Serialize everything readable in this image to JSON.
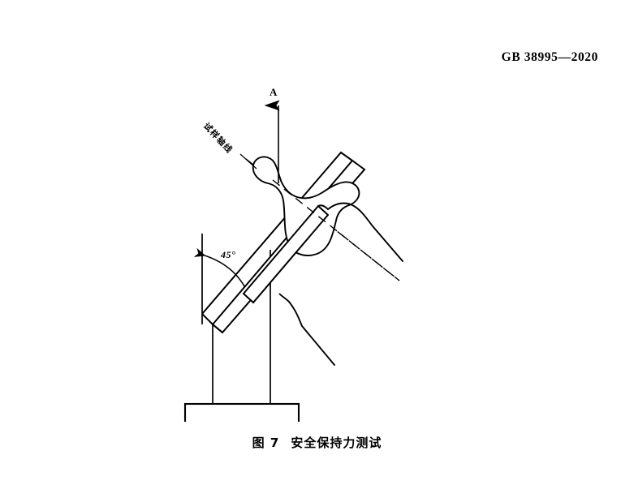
{
  "document": {
    "standard_header": "GB  38995—2020",
    "background_color": "#ffffff",
    "line_color": "#000000"
  },
  "figure": {
    "caption_number": "图 7",
    "caption_title": "安全保持力测试",
    "caption_full": "图 7   安全保持力测试",
    "annotations": {
      "force_arrow_label": "A",
      "axis_label": "试样轴线",
      "angle_label": "45°"
    },
    "elements": {
      "force_arrow_name": "vertical-pull-force-arrow",
      "specimen_name": "pacifier-teat-specimen",
      "inclined_bar_name": "inclined-support-bar-45deg",
      "vertical_reference_name": "vertical-reference-line",
      "angle_arc_name": "angle-arc-45",
      "post_name": "support-post",
      "base_name": "base-plate",
      "specimen_axis_name": "specimen-axis-dashed-line",
      "shield_name": "specimen-shield-outline"
    }
  }
}
